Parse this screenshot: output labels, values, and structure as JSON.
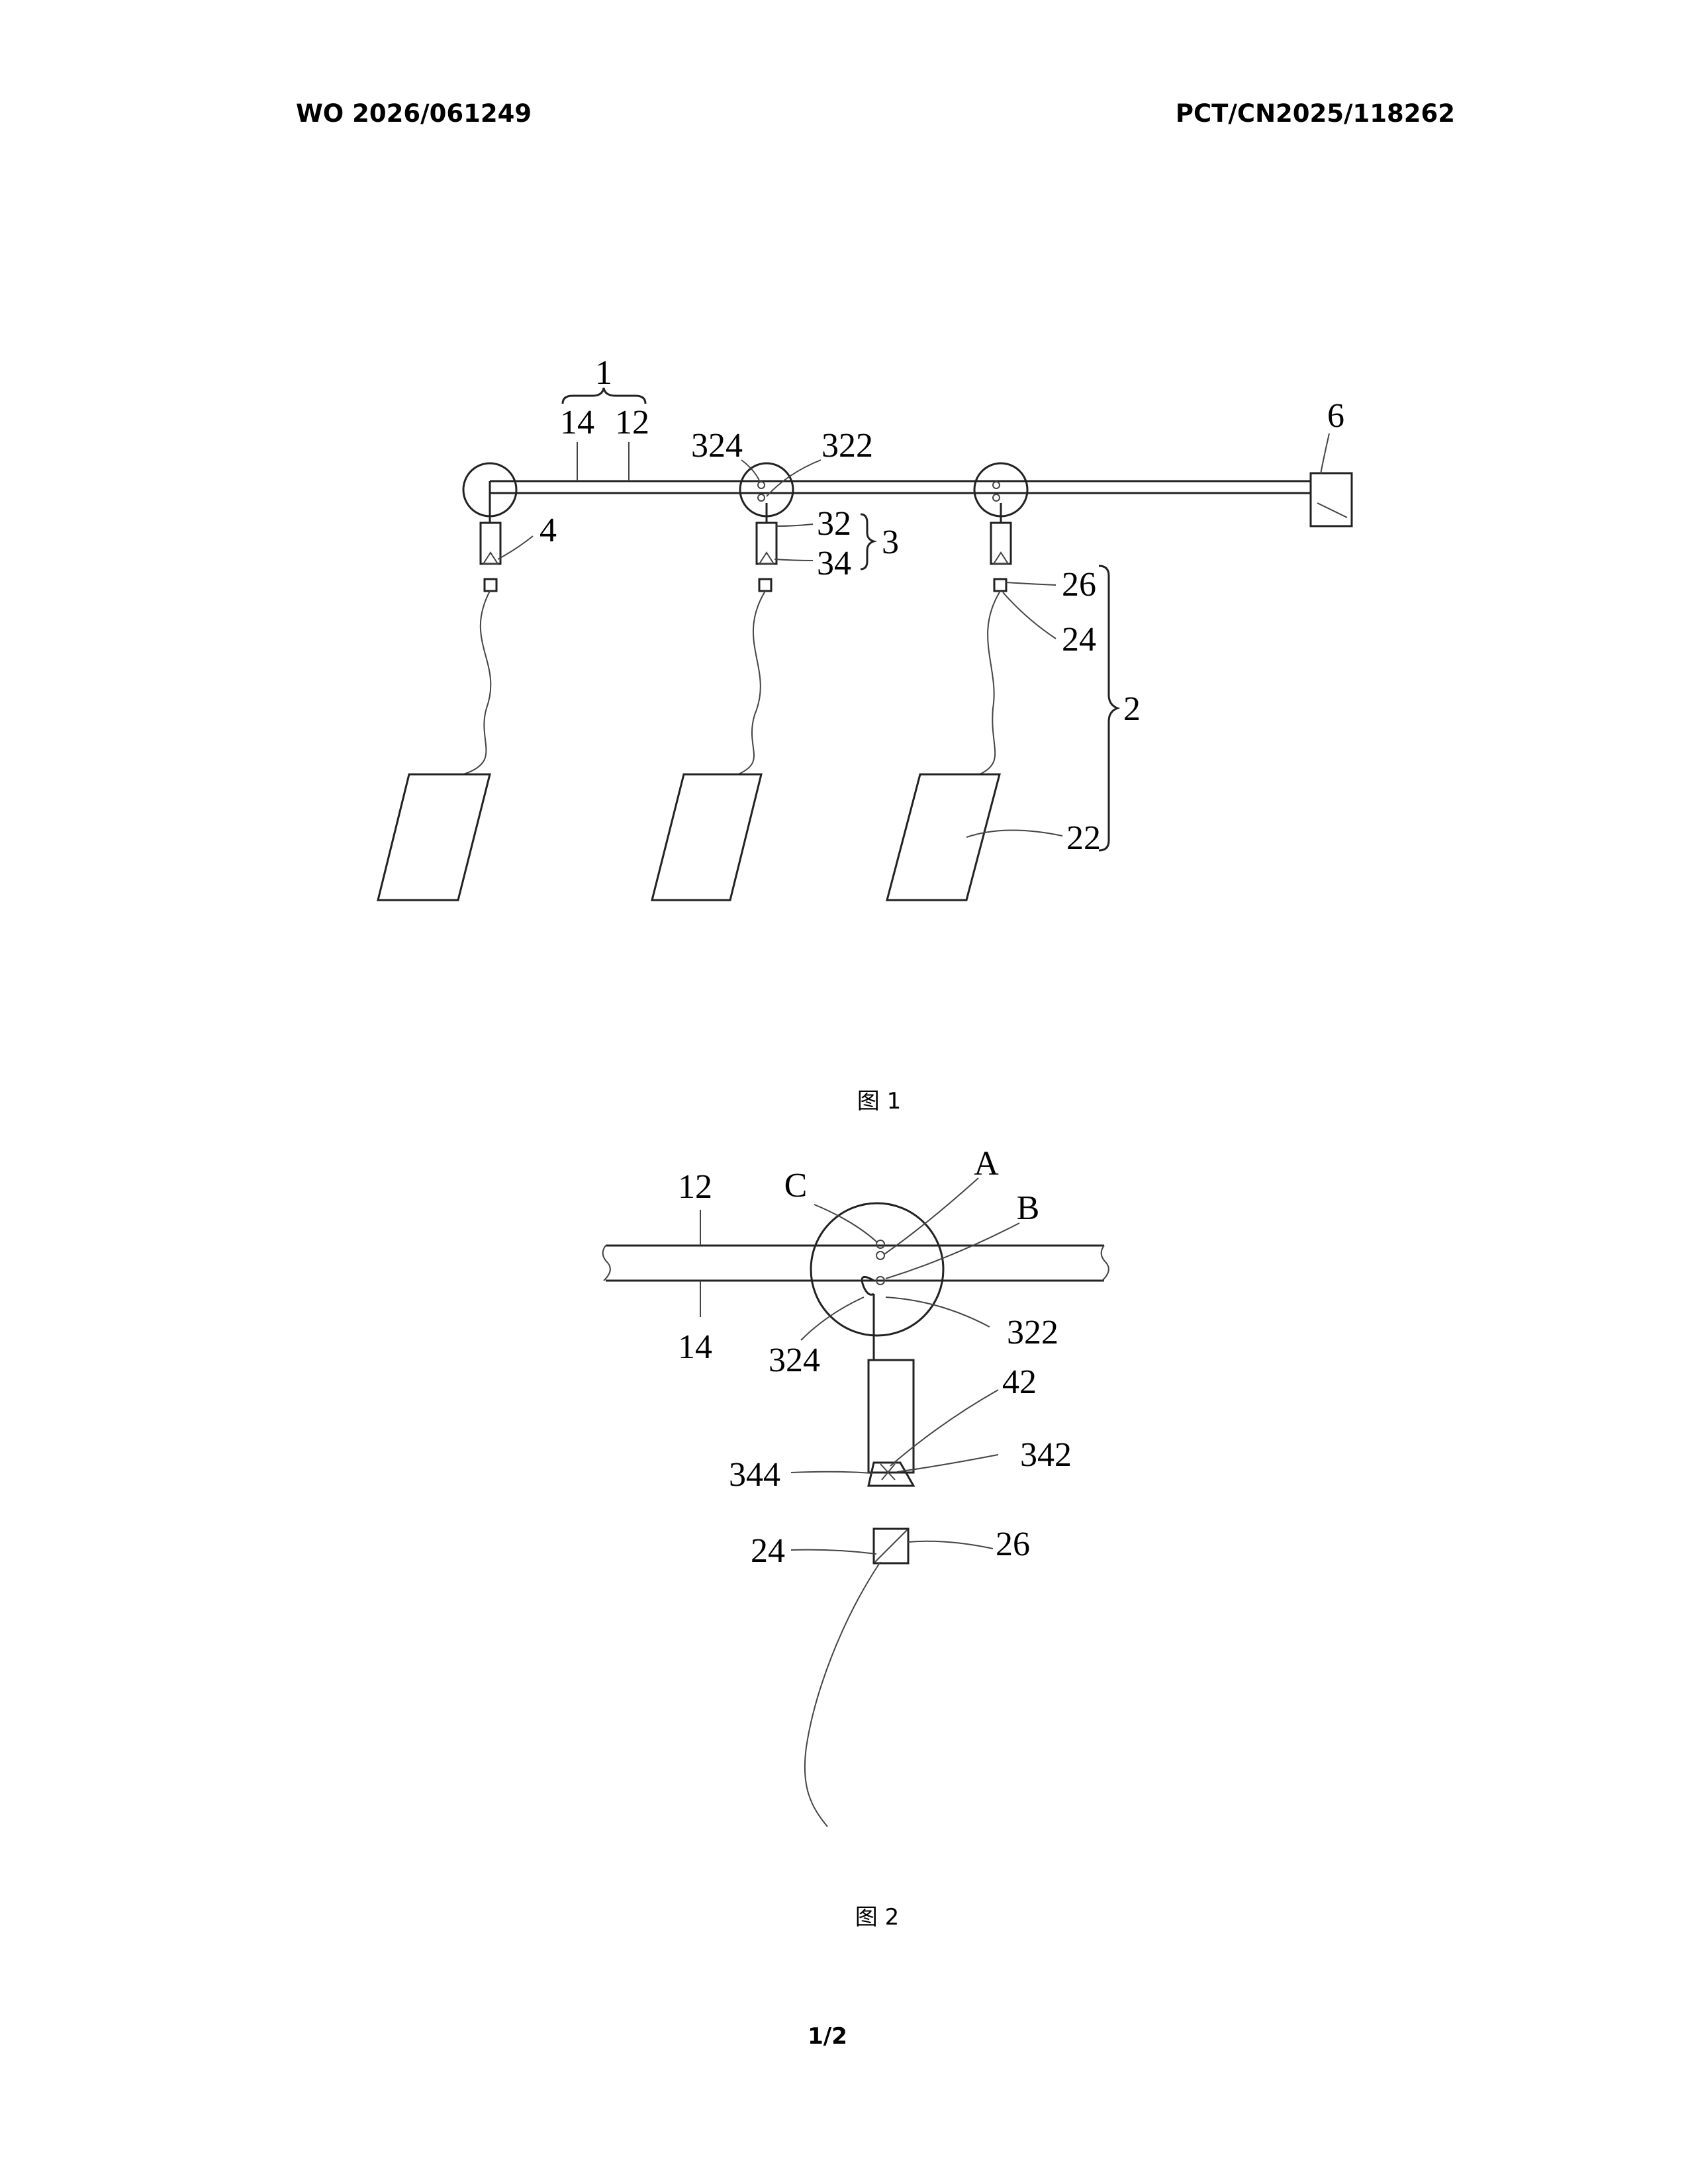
{
  "header": {
    "publication_number": "WO 2026/061249",
    "application_number": "PCT/CN2025/118262"
  },
  "figure1": {
    "caption": "图 1",
    "labels": {
      "l1": "1",
      "l14": "14",
      "l12": "12",
      "l6": "6",
      "l324": "324",
      "l322": "322",
      "l4": "4",
      "l32": "32",
      "l34": "34",
      "l3": "3",
      "l26": "26",
      "l24": "24",
      "l2": "2",
      "l22": "22"
    }
  },
  "figure2": {
    "caption": "图 2",
    "labels": {
      "l12": "12",
      "l14": "14",
      "lC": "C",
      "lA": "A",
      "lB": "B",
      "l324": "324",
      "l322": "322",
      "l42": "42",
      "l344": "344",
      "l342": "342",
      "l24": "24",
      "l26": "26"
    }
  },
  "footer": {
    "page": "1/2"
  }
}
